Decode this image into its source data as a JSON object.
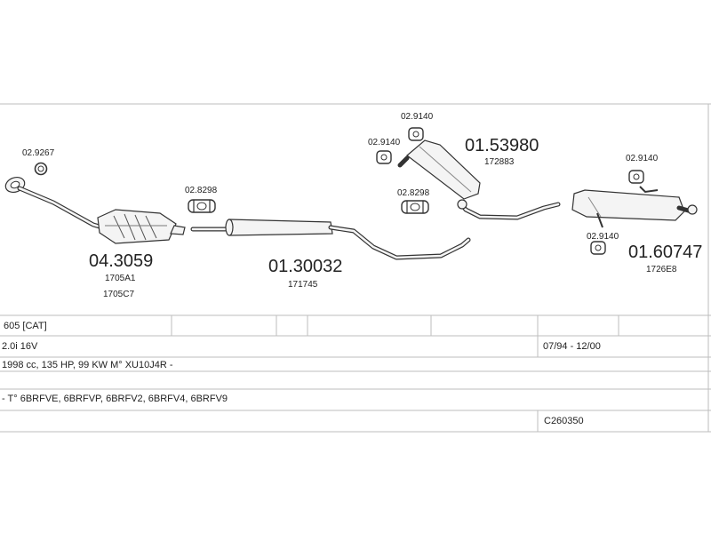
{
  "parts": {
    "hanger_front": {
      "code": "02.9267"
    },
    "catalyst": {
      "code": "04.3059",
      "ref1": "1705A1",
      "ref2": "1705C7"
    },
    "clamp_front": {
      "code": "02.8298"
    },
    "middle_pipe": {
      "code": "01.30032",
      "ref": "171745"
    },
    "hanger_mid_a": {
      "code": "02.9140"
    },
    "hanger_mid_b": {
      "code": "02.9140"
    },
    "clamp_mid": {
      "code": "02.8298"
    },
    "center_silencer": {
      "code": "01.53980",
      "ref": "172883"
    },
    "hanger_rear_a": {
      "code": "02.9140"
    },
    "hanger_rear_b": {
      "code": "02.9140"
    },
    "rear_silencer": {
      "code": "01.60747",
      "ref": "1726E8"
    }
  },
  "table": {
    "row1": {
      "model": "605  [CAT]"
    },
    "row2": {
      "engine": "2.0i 16V",
      "years": "07/94 - 12/00"
    },
    "row3": {
      "specs": "1998 cc, 135 HP, 99 KW M° XU10J4R -"
    },
    "row4": {
      "types": "- T° 6BRFVE, 6BRFVP, 6BRFV2, 6BRFV4, 6BRFV9"
    },
    "row5": {
      "code": "C260350"
    }
  }
}
